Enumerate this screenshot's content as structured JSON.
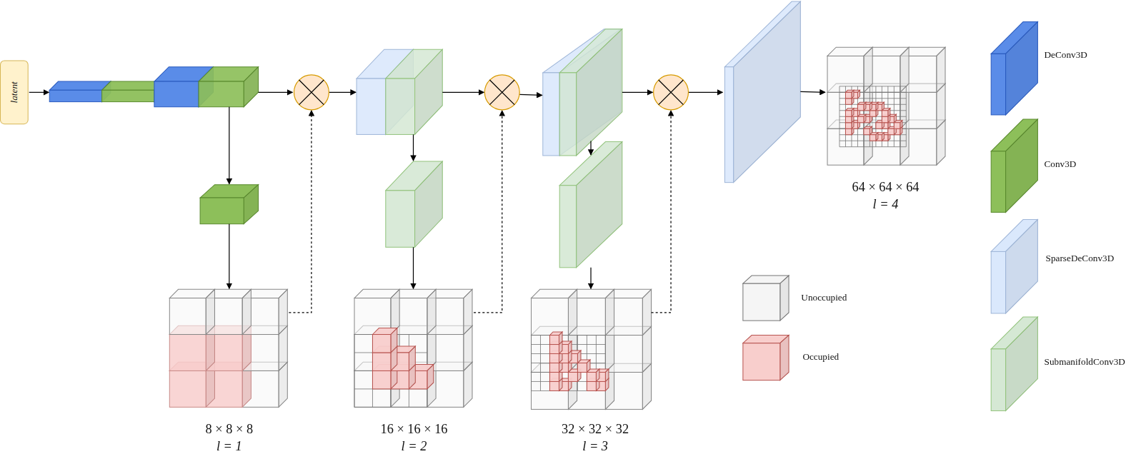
{
  "diagram": {
    "nodes": [
      {
        "text": [
          "latent"
        ]
      }
    ],
    "labels": [
      "8 × 8 × 8",
      "l = 1",
      "16 × 16 × 16",
      "l = 2",
      "32 × 32 × 32",
      "l = 3",
      "64 × 64 × 64",
      "l = 4"
    ],
    "legend": [
      {
        "text": "Unoccupied",
        "color": "#f5f5f5"
      },
      {
        "text": "Occupied",
        "color": "#f8cecc"
      },
      {
        "text": "DeConv3D",
        "color": "#5a8ce8"
      },
      {
        "text": "Conv3D",
        "color": "#8dbf5a"
      },
      {
        "text": "SparseDeConv3D",
        "color": "#dae8fc"
      },
      {
        "text": "SubmanifoldConv3D",
        "color": "#d5e8d4"
      }
    ]
  }
}
